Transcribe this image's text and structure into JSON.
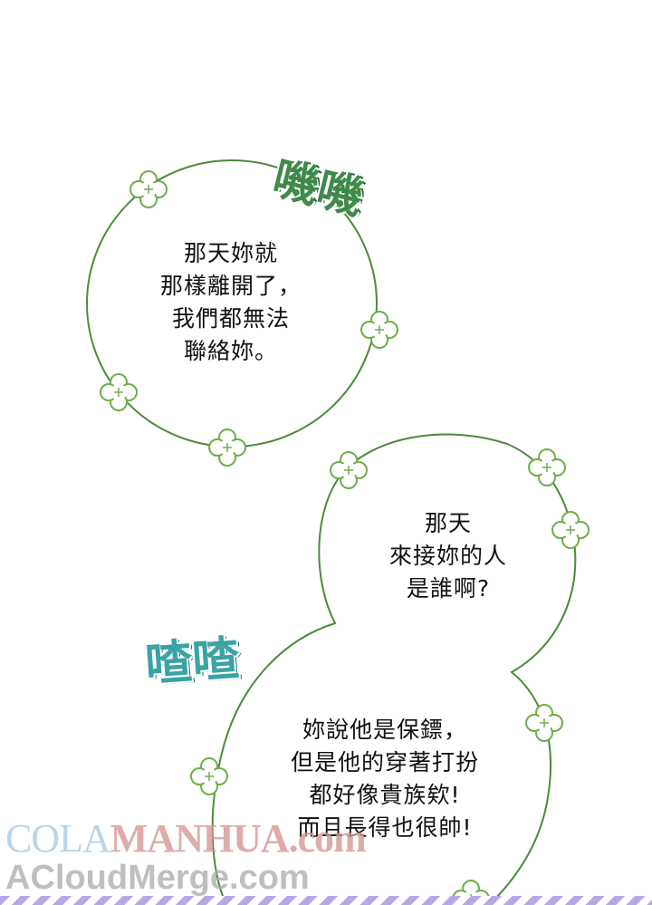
{
  "bubbles": [
    {
      "lines": [
        "那天妳就",
        "那樣離開了，",
        "我們都無法",
        "聯絡妳。"
      ]
    },
    {
      "lines": [
        "那天",
        "來接妳的人",
        "是誰啊?"
      ]
    },
    {
      "lines": [
        "妳說他是保鏢，",
        "但是他的穿著打扮",
        "都好像貴族欸!",
        "而且長得也很帥!"
      ]
    }
  ],
  "sfx": {
    "top": "嘰嘰",
    "bottom": "喳喳"
  },
  "watermark": {
    "part1": "COLA",
    "part2": "MANHUA.com",
    "line2": "ACloudMerge.com"
  },
  "colors": {
    "bubble_outline": "#4b8a3c",
    "clover": "#6fae4a",
    "sfx_top": "#3f8a4a",
    "sfx_bottom": "#3aa3a3"
  },
  "icons": [
    "clover-icon"
  ]
}
